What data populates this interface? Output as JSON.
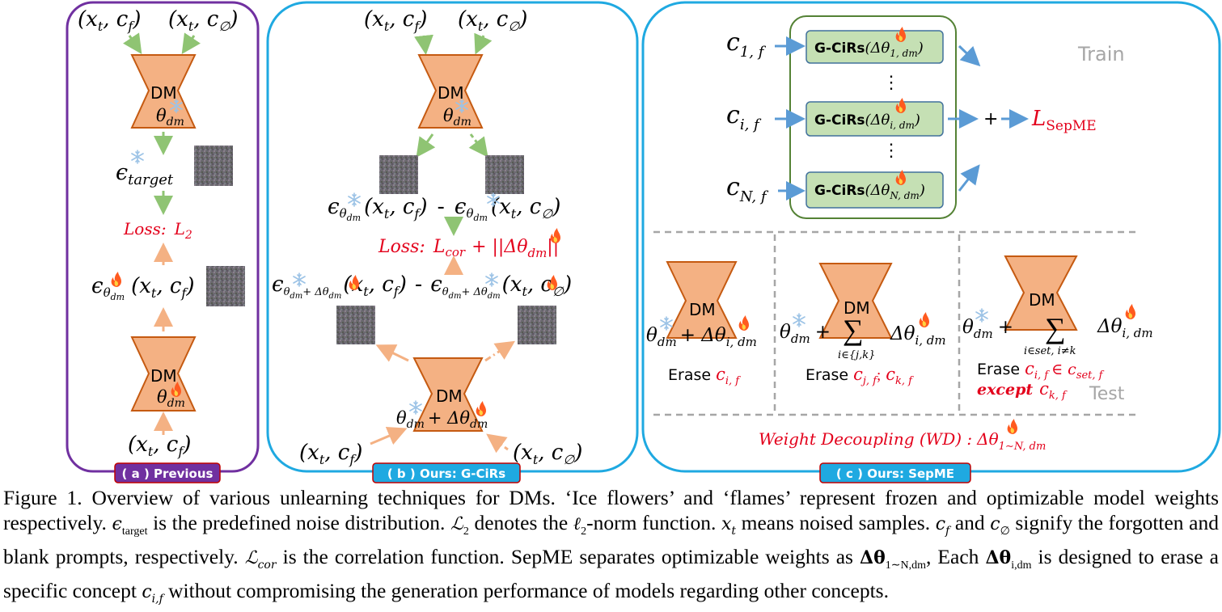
{
  "colors": {
    "panel_a_border": "#7030a0",
    "panel_bc_border": "#1fa9e1",
    "dm_fill": "#f4b183",
    "dm_stroke": "#c55a11",
    "green_arrow": "#8fc473",
    "orange_arrow": "#f4b183",
    "blue_arrow": "#5b9bd5",
    "loss_red": "#e3001b",
    "gciRs_fill": "#c5e0b4",
    "gciRs_stroke": "#41719c",
    "gray_text": "#a6a6a6",
    "dash_gray": "#a6a6a6"
  },
  "icons": {
    "frozen": "snowflake-icon",
    "trainable": "flame-icon"
  },
  "panel_a": {
    "in_top_1": "(x",
    "in_top_1_sub": "t",
    "in_top_1_c": ", c",
    "in_top_1_csub": "f",
    "in_top_1_end": ")",
    "in_top_2": "(x",
    "in_top_2_sub": "t",
    "in_top_2_c": ", c",
    "in_top_2_csub": "∅",
    "in_top_2_end": ")",
    "dm_label": "DM",
    "theta_dm": "θ",
    "theta_sub": "dm",
    "eps_target": "ϵ",
    "eps_target_sub": "target",
    "loss_label": "Loss:",
    "loss_value": "L",
    "loss_sub": "2",
    "eps_pred": "ϵ",
    "eps_pred_sub": "θ",
    "eps_pred_subsub": "dm",
    "eps_pred_args": "(x",
    "eps_pred_args_t": "t",
    "eps_pred_args_c": ", c",
    "eps_pred_args_f": "f",
    "eps_pred_end": ")",
    "dm2_label": "DM",
    "theta2": "θ",
    "theta2_sub": "dm",
    "in_bottom": "(x",
    "in_bottom_sub": "t",
    "in_bottom_c": ", c",
    "in_bottom_csub": "f",
    "in_bottom_end": ")",
    "tag": "( a ) Previous"
  },
  "panel_b": {
    "in_top_1": "(x",
    "in_top_1_sub": "t",
    "in_top_1_c": ", c",
    "in_top_1_csub": "f",
    "in_top_1_end": ")",
    "in_top_2": "(x",
    "in_top_2_sub": "t",
    "in_top_2_c": ", c",
    "in_top_2_csub": "∅",
    "in_top_2_end": ")",
    "dm_label": "DM",
    "theta_dm": "θ",
    "theta_sub": "dm",
    "eps_line_1": "ϵ",
    "eps_line_1_sub": "θ",
    "eps_line_1_subsub": "dm",
    "eps_line_1_args": "(x",
    "eps_line_1_t": "t",
    "eps_line_1_c": ", c",
    "eps_line_1_f": "f",
    "eps_line_1_end": ")",
    "minus": "-",
    "eps_line_2_args": "(x",
    "eps_line_2_t": "t",
    "eps_line_2_c": ", c",
    "eps_line_2_f": "∅",
    "eps_line_2_end": ")",
    "loss_label": "Loss:",
    "loss_value": "L",
    "loss_sub": "cor",
    "loss_plus": "+ ||Δθ",
    "loss_plus_sub": "dm",
    "loss_plus_end": "||",
    "eps_low_sub": "θ",
    "eps_low_subsub": "dm",
    "eps_low_plus": "+ Δθ",
    "eps_low_plus_sub": "dm",
    "dm2_label": "DM",
    "theta2": "θ",
    "theta2_sub": "dm",
    "theta2_plus": "+ Δθ",
    "theta2_plus_sub": "dm",
    "in_bottom_1": "(x",
    "in_bottom_1_sub": "t",
    "in_bottom_1_c": ", c",
    "in_bottom_1_csub": "f",
    "in_bottom_1_end": ")",
    "in_bottom_2": "(x",
    "in_bottom_2_sub": "t",
    "in_bottom_2_c": ", c",
    "in_bottom_2_csub": "∅",
    "in_bottom_2_end": ")",
    "tag": "( b ) Ours: G-CiRs"
  },
  "panel_c": {
    "train_label": "Train",
    "test_label": "Test",
    "inputs": [
      {
        "c": "c",
        "sub": "1, f"
      },
      {
        "c": "c",
        "sub": "i, f"
      },
      {
        "c": "c",
        "sub": "N, f"
      }
    ],
    "gcirs_name": "G-CiRs",
    "gcirs_args": [
      {
        "open": "(Δθ",
        "sub": "1, dm",
        "close": ")"
      },
      {
        "open": "(Δθ",
        "sub": "i, dm",
        "close": ")"
      },
      {
        "open": "(Δθ",
        "sub": "N, dm",
        "close": ")"
      }
    ],
    "vdots": "⋮",
    "plus": "+",
    "loss": "L",
    "loss_sub": "SepME",
    "test_cols": [
      {
        "dm": "DM",
        "theta": "θ",
        "theta_sub": "dm",
        "delta": "+ Δθ",
        "delta_sub": "i, dm",
        "erase": "Erase",
        "erase_c": "c",
        "erase_c_sub": "i, f"
      },
      {
        "dm": "DM",
        "theta": "θ",
        "theta_sub": "dm",
        "plus": "+",
        "sum": "∑",
        "sum_sub": "i∈{j,k}",
        "delta": "Δθ",
        "delta_sub": "i, dm",
        "erase": "Erase",
        "erase_c1": "c",
        "erase_c1_sub": "j, f",
        "erase_sep": ";",
        "erase_c2": "c",
        "erase_c2_sub": "k, f"
      },
      {
        "dm": "DM",
        "theta": "θ",
        "theta_sub": "dm",
        "plus": "+",
        "sum": "∑",
        "sum_sub": "i∈set, i≠k",
        "delta": "Δθ",
        "delta_sub": "i, dm",
        "erase": "Erase",
        "erase_c": "c",
        "erase_c_sub": "i, f",
        "erase_in": "∈ c",
        "erase_in_sub": "set, f",
        "except": "except",
        "except_c": "c",
        "except_c_sub": "k, f"
      }
    ],
    "wd_label": "Weight Decoupling (WD) :",
    "wd_delta": "Δθ",
    "wd_sub": "1∼N, dm",
    "tag": "( c ) Ours: SepME"
  },
  "caption": {
    "fig": "Figure 1.",
    "t1": " Overview of various unlearning techniques for DMs. ‘Ice flowers’ and ‘flames’ represent frozen and optimizable model weights respectively. ",
    "eps": "ϵ",
    "eps_sub": "target",
    "t2": " is the predefined noise distribution. ",
    "L2": "ℒ",
    "L2_sub": "2",
    "t3": " denotes the ",
    "ell": "ℓ",
    "ell_sub": "2",
    "t4": "-norm function. ",
    "xt": "x",
    "xt_sub": "t",
    "t5": " means noised samples. ",
    "cf": "c",
    "cf_sub": "f",
    "t6": " and ",
    "c0": "c",
    "c0_sub": "∅",
    "t7": " signify the forgotten and blank prompts, respectively. ",
    "Lcor": "ℒ",
    "Lcor_sub": "cor",
    "t8": " is the correlation function. SepME separates optimizable weights as ",
    "dtheta": "Δθ",
    "dtheta_sub": "1∼N,dm",
    "t9": ", Each ",
    "dtheta_i": "Δθ",
    "dtheta_i_sub": "i,dm",
    "t10": " is designed to erase a specific concept ",
    "cif": "c",
    "cif_sub": "i,f",
    "t11": " without compromising the generation performance of models regarding other concepts."
  }
}
